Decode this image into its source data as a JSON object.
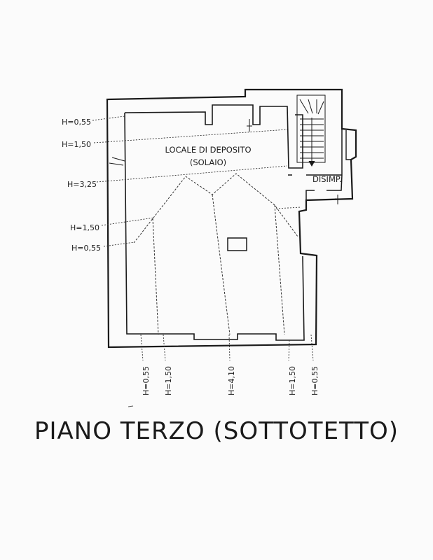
{
  "rooms": {
    "main_name": "LOCALE DI DEPOSITO",
    "main_sub": "(SOLAIO)",
    "side_name": "DISIMP."
  },
  "heights_left": {
    "h1": "H=0,55",
    "h2": "H=1,50",
    "h3": "H=3,25",
    "h4": "H=1,50",
    "h5": "H=0,55"
  },
  "heights_bottom": {
    "b1": "H=0,55",
    "b2": "H=1,50",
    "b3": "H=4,10",
    "b4": "H=1,50",
    "b5": "H=0,55"
  },
  "title": "PIANO TERZO (SOTTOTETTO)"
}
